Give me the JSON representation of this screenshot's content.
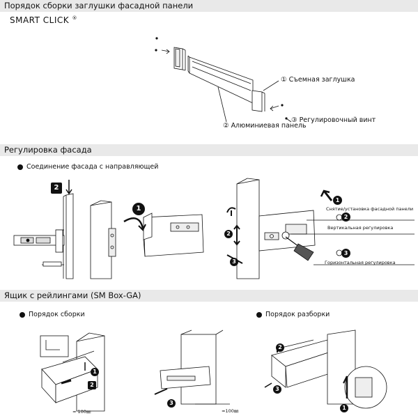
{
  "section1": {
    "title": "Порядок сборки заглушки фасадной панели",
    "brand": "SMART CLICK",
    "brand_mark": "®",
    "callouts": [
      {
        "num": "①",
        "text": "Съемная заглушка"
      },
      {
        "num": "②",
        "text": "Алюминиевая панель"
      },
      {
        "num": "③",
        "text": "Регулировочный винт"
      }
    ]
  },
  "section2": {
    "title": "Регулировка фасада",
    "bullet": "Соединение фасада с направляющей",
    "steps_left": [
      "2",
      "1"
    ],
    "steps_right": [
      "1",
      "2",
      "3"
    ],
    "labels": [
      "Снятие/установка фасадной панели",
      "Вертикальная регулировка",
      "Горизонтальная регулировка"
    ]
  },
  "section3": {
    "title": "Ящик с рейлингами (SM Box-GA)",
    "assembly": "Порядок сборки",
    "disassembly": "Порядок разборки",
    "dim1": "≈ 100㎜",
    "dim2": "≈100㎜",
    "steps_assembly": [
      "1",
      "2"
    ],
    "step_middle": "3",
    "steps_disassembly": [
      "2",
      "3",
      "1"
    ]
  }
}
